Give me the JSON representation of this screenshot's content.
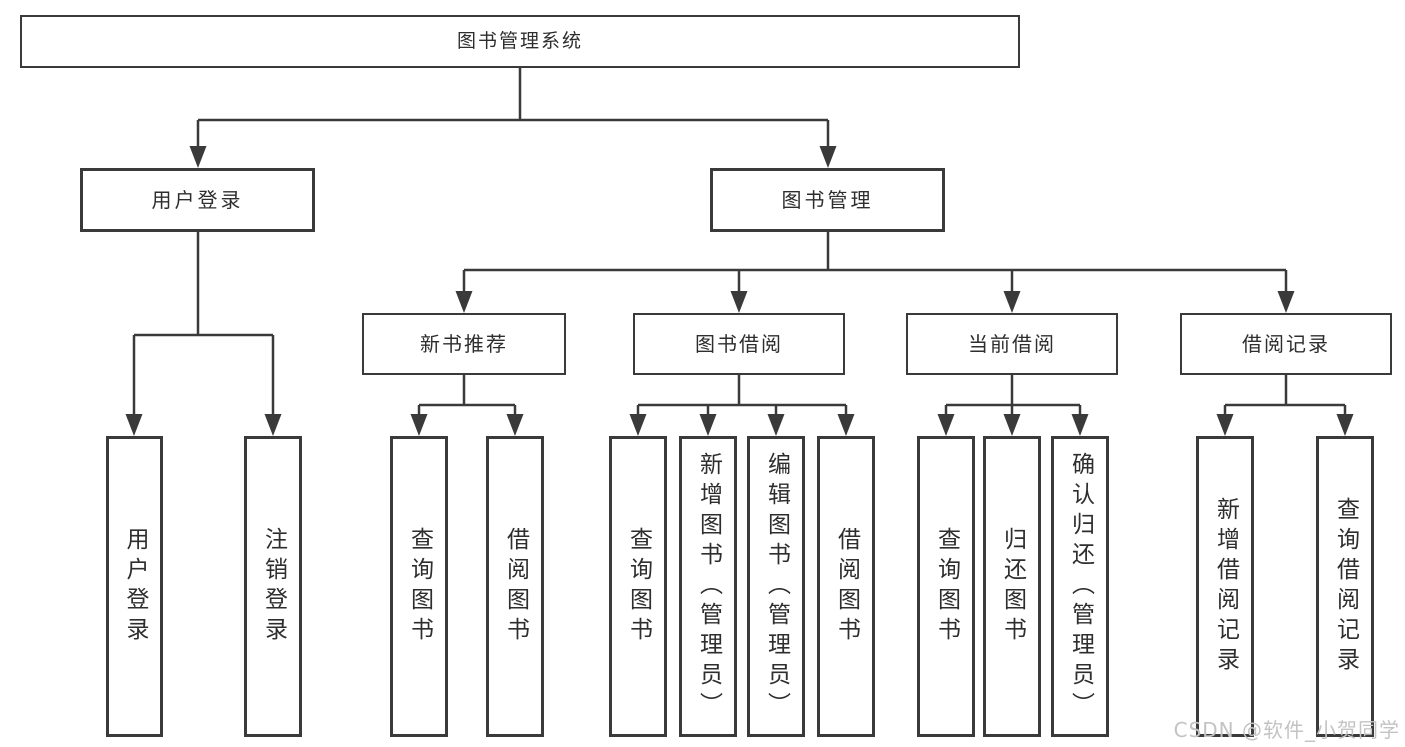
{
  "diagram": {
    "root": {
      "label": "图书管理系统"
    },
    "branches": [
      {
        "label": "用户登录",
        "leaves": [
          {
            "label": "用户登录"
          },
          {
            "label": "注销登录"
          }
        ]
      },
      {
        "label": "图书管理",
        "children": [
          {
            "label": "新书推荐",
            "leaves": [
              {
                "label": "查询图书"
              },
              {
                "label": "借阅图书"
              }
            ]
          },
          {
            "label": "图书借阅",
            "leaves": [
              {
                "label": "查询图书"
              },
              {
                "label": "新增图书（管理员）"
              },
              {
                "label": "编辑图书（管理员）"
              },
              {
                "label": "借阅图书"
              }
            ]
          },
          {
            "label": "当前借阅",
            "leaves": [
              {
                "label": "查询图书"
              },
              {
                "label": "归还图书"
              },
              {
                "label": "确认归还（管理员）"
              }
            ]
          },
          {
            "label": "借阅记录",
            "leaves": [
              {
                "label": "新增借阅记录"
              },
              {
                "label": "查询借阅记录"
              }
            ]
          }
        ]
      }
    ]
  },
  "watermark": {
    "text": "CSDN @软件_小贺同学"
  },
  "colors": {
    "line": "#3a3a3a",
    "text": "#2e2e2e",
    "watermark": "#c3c3c3",
    "background": "#ffffff"
  }
}
